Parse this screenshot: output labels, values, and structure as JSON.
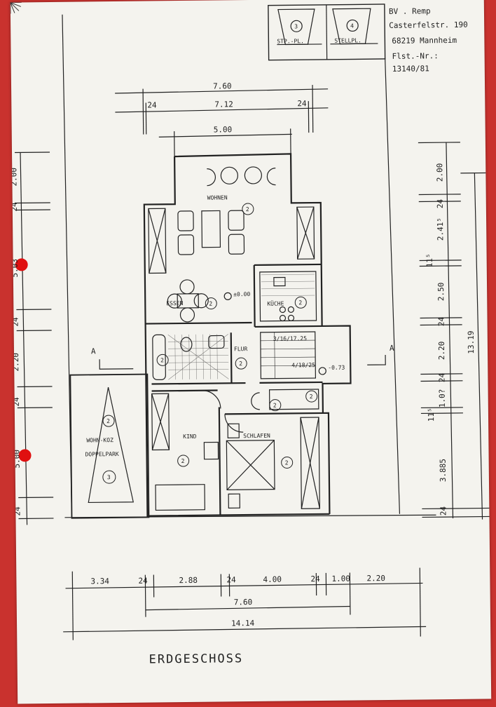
{
  "header": {
    "line1": "BV . Remp",
    "line2": "Casterfelstr. 190",
    "line3": "68219 Mannheim",
    "line4": "Flst.-Nr.:",
    "line5": "13140/81"
  },
  "parking": {
    "label_left": "STP.-PL.",
    "label_right": "STELLPL.",
    "num_left": "3",
    "num_right": "4"
  },
  "top_dims": {
    "d1": "7.60",
    "d2": "7.12",
    "d3": "24",
    "d4": "24",
    "d5": "5.00"
  },
  "rooms": {
    "wohnen": "WOHNEN",
    "essen": "ESSEN",
    "kueche": "KÜCHE",
    "flur": "FLUR",
    "kind": "KIND",
    "schlafen": "SCHLAFEN",
    "garage_line1": "WOHN-KOZ",
    "garage_line2": "DOPPELPARK",
    "level": "±0.00",
    "level2": "-0.73",
    "stair1": "3/16/17.25",
    "stair2": "4/18/25"
  },
  "room_numbers": {
    "wohnen": "2",
    "essen": "2",
    "kueche": "2",
    "flur": "2",
    "bad": "2",
    "wc": "2",
    "abst": "2",
    "kind": "2",
    "schlafen": "2",
    "garage_top": "2",
    "garage": "3"
  },
  "left_dims": [
    "2.00",
    "24",
    "5.03",
    "24",
    "2.20",
    "24",
    "5.00",
    "24"
  ],
  "right_dims": [
    "2.00",
    "24",
    "2.41⁵",
    "11⁵",
    "2.50",
    "24",
    "2.20",
    "24",
    "1.0?",
    "11⁵",
    "3.885",
    "24"
  ],
  "right_total": "13.19",
  "section": {
    "left": "A",
    "right": "A"
  },
  "bottom_dims": {
    "row1": [
      "3.34",
      "24",
      "2.88",
      "24",
      "4.00",
      "24",
      "1.00",
      "2.20"
    ],
    "row2": "7.60",
    "row3": "14.14"
  },
  "footer_title": "ERDGESCHOSS",
  "colors": {
    "paper": "#f4f3ee",
    "ink": "#222222",
    "background": "#c9322e",
    "marker": "#e01010"
  }
}
